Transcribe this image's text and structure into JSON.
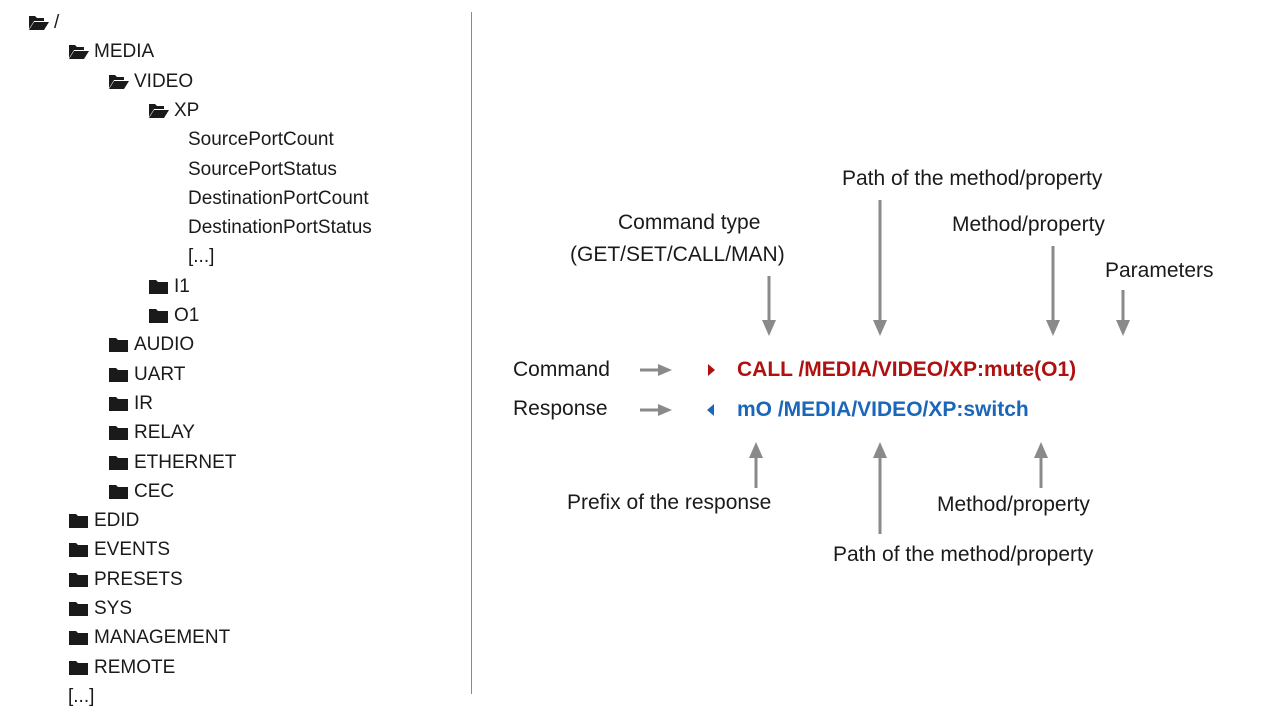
{
  "tree": {
    "items": [
      {
        "label": "/",
        "icon": "folder-open-icon",
        "level": 0
      },
      {
        "label": "MEDIA",
        "icon": "folder-open-icon",
        "level": 1
      },
      {
        "label": "VIDEO",
        "icon": "folder-open-icon",
        "level": 2
      },
      {
        "label": "XP",
        "icon": "folder-open-icon",
        "level": 3
      },
      {
        "label": "SourcePortCount",
        "icon": "",
        "level": 4
      },
      {
        "label": "SourcePortStatus",
        "icon": "",
        "level": 4
      },
      {
        "label": "DestinationPortCount",
        "icon": "",
        "level": 4
      },
      {
        "label": "DestinationPortStatus",
        "icon": "",
        "level": 4
      },
      {
        "label": "[...]",
        "icon": "",
        "level": 4
      },
      {
        "label": "I1",
        "icon": "folder-icon",
        "level": 3
      },
      {
        "label": "O1",
        "icon": "folder-icon",
        "level": 3
      },
      {
        "label": "AUDIO",
        "icon": "folder-icon",
        "level": 2
      },
      {
        "label": "UART",
        "icon": "folder-icon",
        "level": 2
      },
      {
        "label": "IR",
        "icon": "folder-icon",
        "level": 2
      },
      {
        "label": "RELAY",
        "icon": "folder-icon",
        "level": 2
      },
      {
        "label": "ETHERNET",
        "icon": "folder-icon",
        "level": 2
      },
      {
        "label": "CEC",
        "icon": "folder-icon",
        "level": 2
      },
      {
        "label": "EDID",
        "icon": "folder-icon",
        "level": 1
      },
      {
        "label": "EVENTS",
        "icon": "folder-icon",
        "level": 1
      },
      {
        "label": "PRESETS",
        "icon": "folder-icon",
        "level": 1
      },
      {
        "label": "SYS",
        "icon": "folder-icon",
        "level": 1
      },
      {
        "label": "MANAGEMENT",
        "icon": "folder-icon",
        "level": 1
      },
      {
        "label": "REMOTE",
        "icon": "folder-icon",
        "level": 1
      },
      {
        "label": "[...]",
        "icon": "",
        "level": 1
      }
    ]
  },
  "diagram": {
    "command_label": "Command",
    "response_label": "Response",
    "command_text": "CALL /MEDIA/VIDEO/XP:mute(O1)",
    "response_text": "mO /MEDIA/VIDEO/XP:switch",
    "top_labels": {
      "path": "Path of the method/property",
      "cmd_type_line1": "Command type",
      "cmd_type_line2": "(GET/SET/CALL/MAN)",
      "method": "Method/property",
      "parameters": "Parameters"
    },
    "bottom_labels": {
      "prefix": "Prefix of the response",
      "method": "Method/property",
      "path": "Path of the method/property"
    },
    "colors": {
      "command": "#b01010",
      "response": "#1a66b8",
      "arrow": "#8a8a8a",
      "text": "#1a1a1a"
    }
  }
}
